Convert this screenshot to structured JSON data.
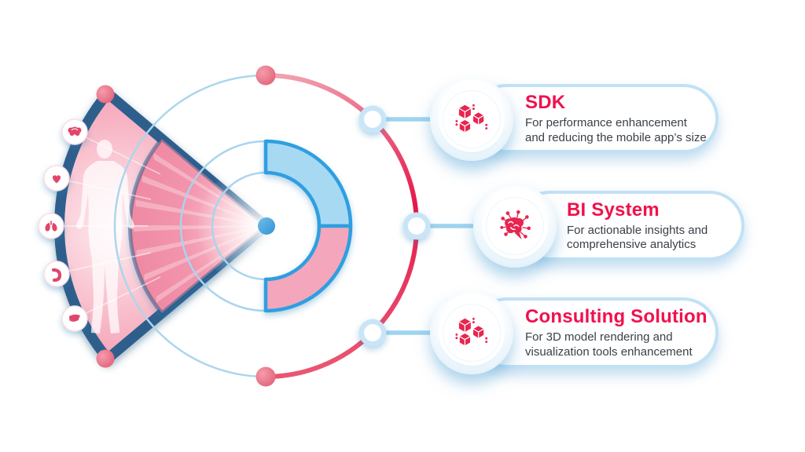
{
  "colors": {
    "accent_crimson": "#f0114c",
    "icon_pink": "#e8254f",
    "navy_border": "#2e5e8c",
    "fan_pink": "#f28ba4",
    "light_blue_ring": "#a9d4ee",
    "donut_rim_blue": "#2f9fe1",
    "donut_blue": "#a7d9f3",
    "donut_pink": "#f4a6bc",
    "red_arc": "#e4164a",
    "text_dark": "#3a4047",
    "card_border": "#c2e1f5"
  },
  "scanner": {
    "organ_icons": [
      {
        "name": "brain-icon"
      },
      {
        "name": "heart-icon"
      },
      {
        "name": "lungs-icon"
      },
      {
        "name": "stomach-icon"
      },
      {
        "name": "liver-icon"
      }
    ]
  },
  "donut": {
    "segments": [
      {
        "position": "top-quarter",
        "color": "#a7d9f3"
      },
      {
        "position": "bottom-quarter",
        "color": "#f4a6bc"
      }
    ]
  },
  "cards": [
    {
      "title": "SDK",
      "icon": "cubes-icon",
      "desc_line1": "For performance enhancement",
      "desc_line2": "and reducing the mobile app’s size"
    },
    {
      "title": "BI System",
      "icon": "ai-brain-icon",
      "desc_line1": "For actionable insights and",
      "desc_line2": "comprehensive analytics"
    },
    {
      "title": "Consulting Solution",
      "icon": "cubes-icon",
      "desc_line1": "For 3D model rendering and",
      "desc_line2": "visualization tools enhancement"
    }
  ]
}
